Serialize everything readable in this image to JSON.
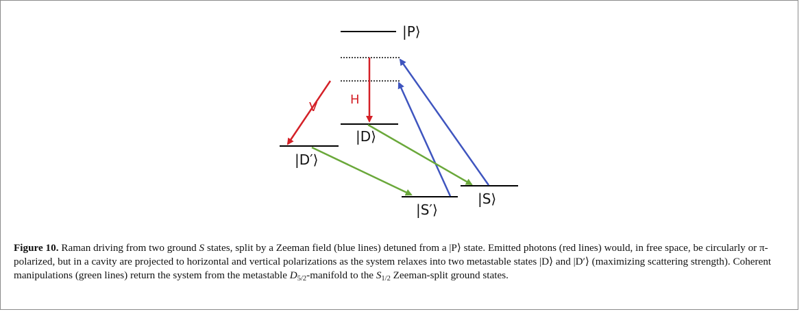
{
  "figure": {
    "levels": {
      "P": "|P⟩",
      "D": "|D⟩",
      "Dprime": "|D′⟩",
      "Sprime": "|S′⟩",
      "S": "|S⟩"
    },
    "polarizations": {
      "V": "V",
      "H": "H"
    },
    "colors": {
      "raman": "#3f55bf",
      "emission": "#d42027",
      "coherent": "#6aa83a",
      "level": "#000000"
    }
  },
  "caption": {
    "label": "Figure 10.",
    "t1": " Raman driving from two ground ",
    "S": "S",
    "t2": " states, split by a Zeeman field (blue lines) detuned from a ",
    "Pket": "|P⟩",
    "t3": " state. Emitted photons (red lines) would, in free space, be circularly or π-polarized, but in a cavity are projected to horizontal and vertical polarizations as the system relaxes into two metastable states ",
    "Dket": "|D⟩",
    "t4": " and ",
    "Dpket": "|D′⟩",
    "t5": " (maximizing scattering strength). Coherent manipulations (green lines) return the system from the metastable ",
    "Dm": "D",
    "Dsub": "5/2",
    "t6": "-manifold to the ",
    "Sm": "S",
    "Ssub": "1/2",
    "t7": " Zeeman-split ground states."
  }
}
